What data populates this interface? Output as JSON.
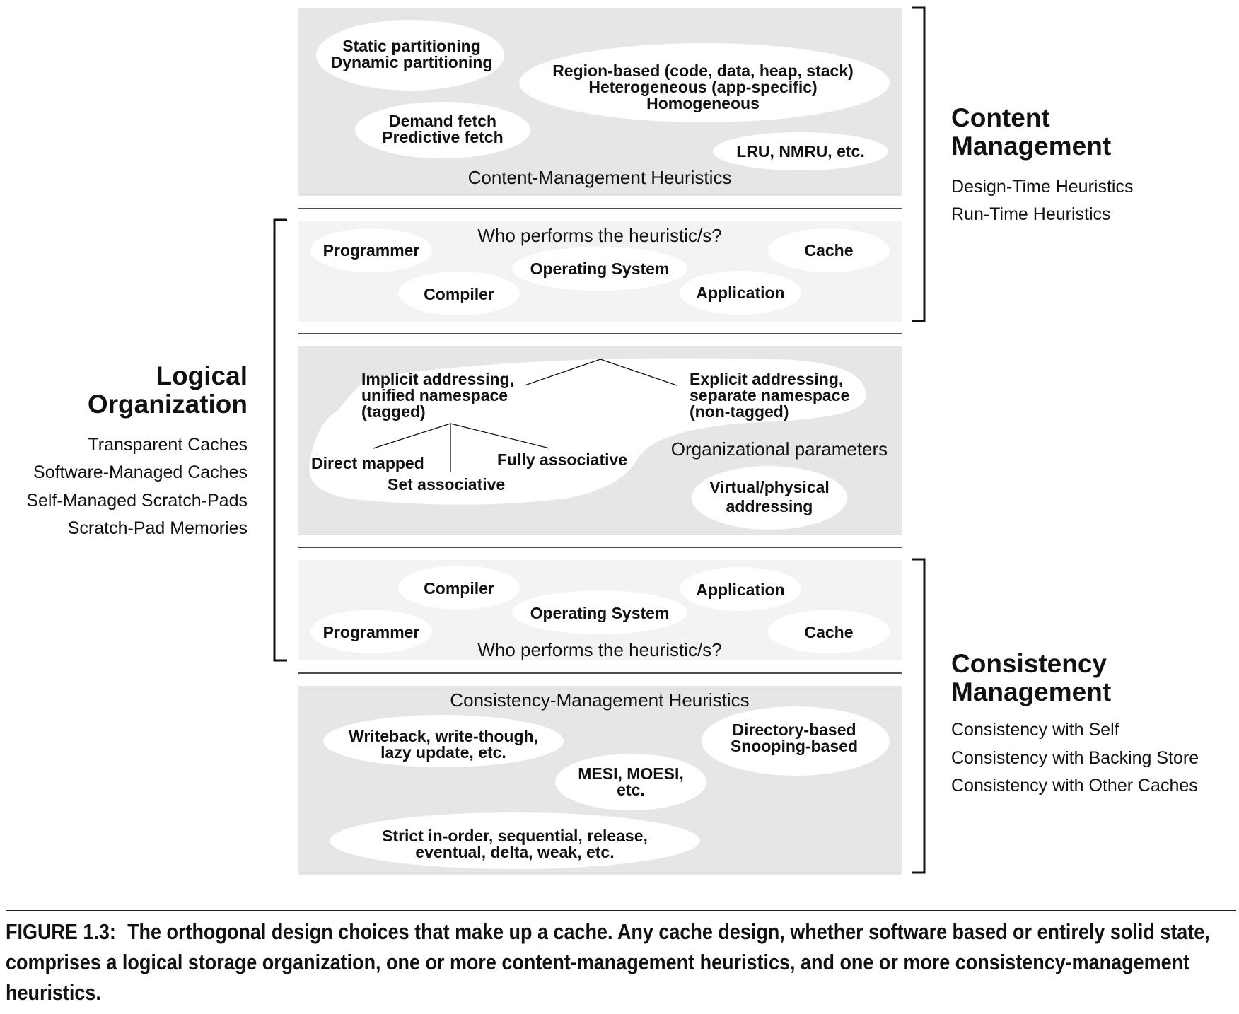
{
  "content_heuristics": {
    "label": "Content-Management Heuristics",
    "partitioning": [
      "Static partitioning",
      "Dynamic partitioning"
    ],
    "regions": [
      "Region-based (code, data, heap, stack)",
      "Heterogeneous (app-specific)",
      "Homogeneous"
    ],
    "fetch": [
      "Demand fetch",
      "Predictive fetch"
    ],
    "replacement": "LRU, NMRU, etc."
  },
  "who_top": {
    "question": "Who performs the heuristic/s?",
    "programmer": "Programmer",
    "compiler": "Compiler",
    "os": "Operating System",
    "application": "Application",
    "cache": "Cache"
  },
  "organization": {
    "implicit": [
      "Implicit addressing,",
      "unified namespace",
      "(tagged)"
    ],
    "explicit": [
      "Explicit addressing,",
      "separate namespace",
      "(non-tagged)"
    ],
    "direct": "Direct mapped",
    "set": "Set associative",
    "fully": "Fully associative",
    "params": "Organizational parameters",
    "virtual": [
      "Virtual/physical",
      "addressing"
    ]
  },
  "who_bottom": {
    "question": "Who performs the heuristic/s?",
    "programmer": "Programmer",
    "compiler": "Compiler",
    "os": "Operating System",
    "application": "Application",
    "cache": "Cache"
  },
  "consistency_heuristics": {
    "label": "Consistency-Management Heuristics",
    "writeback": [
      "Writeback, write-though,",
      "lazy update, etc."
    ],
    "directory": [
      "Directory-based",
      "Snooping-based"
    ],
    "mesi": [
      "MESI, MOESI,",
      "etc."
    ],
    "ordering": [
      "Strict in-order, sequential, release,",
      "eventual, delta, weak, etc."
    ]
  },
  "content_management": {
    "title": [
      "Content",
      "Management"
    ],
    "items": [
      "Design-Time Heuristics",
      "Run-Time Heuristics"
    ]
  },
  "logical_organization": {
    "title": [
      "Logical",
      "Organization"
    ],
    "items": [
      "Transparent Caches",
      "Software-Managed Caches",
      "Self-Managed Scratch-Pads",
      "Scratch-Pad Memories"
    ]
  },
  "consistency_management": {
    "title": [
      "Consistency",
      "Management"
    ],
    "items": [
      "Consistency with Self",
      "Consistency with Backing Store",
      "Consistency with Other Caches"
    ]
  },
  "caption": {
    "label": "FIGURE 1.3:",
    "text": "The orthogonal design choices that make up a cache. Any cache design, whether software based or entirely solid state, comprises a logical storage organization, one or more content-management heuristics, and one or more consistency-management heuristics."
  },
  "colors": {
    "panel_dark": "#e6e6e6",
    "panel_light": "#f3f3f3",
    "ellipse": "#ffffff",
    "ink": "#111111"
  }
}
